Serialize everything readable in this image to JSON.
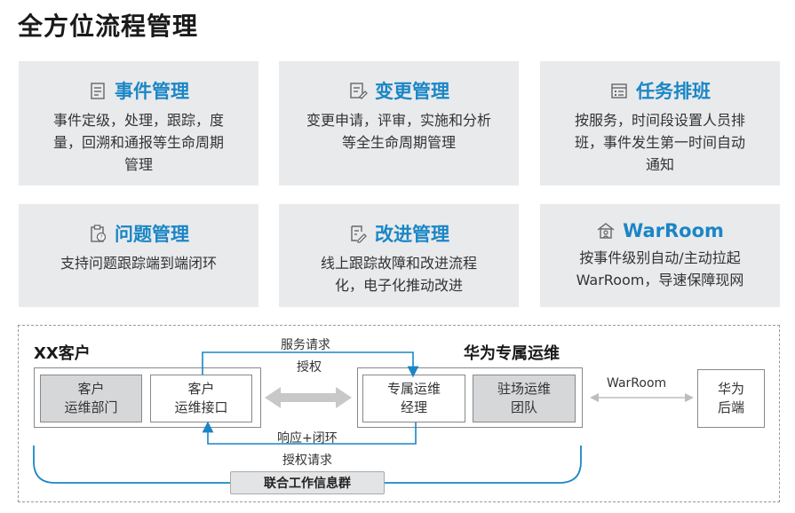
{
  "title": "全方位流程管理",
  "cards": [
    {
      "icon": "document-list-icon",
      "title": "事件管理",
      "lines": [
        "事件定级，处理，跟踪，度",
        "量，回溯和通报等生命周期",
        "管理"
      ]
    },
    {
      "icon": "edit-document-icon",
      "title": "变更管理",
      "lines": [
        "变更申请，评审，实施和分析",
        "等全生命周期管理"
      ]
    },
    {
      "icon": "schedule-icon",
      "title": "任务排班",
      "lines": [
        "按服务，时间段设置人员排",
        "班，事件发生第一时间自动",
        "通知"
      ]
    },
    {
      "icon": "clipboard-question-icon",
      "title": "问题管理",
      "lines": [
        "支持问题跟踪端到端闭环"
      ]
    },
    {
      "icon": "pencil-document-icon",
      "title": "改进管理",
      "lines": [
        "线上跟踪故障和改进流程",
        "化，电子化推动改进"
      ]
    },
    {
      "icon": "warroom-house-icon",
      "title": "WarRoom",
      "lines": [
        "按事件级别自动/主动拉起",
        "WarRoom，导速保障现网"
      ]
    }
  ],
  "diagram": {
    "customer_group": "XX客户",
    "huawei_group": "华为专属运维",
    "nodes": {
      "customer_ops": [
        "客户",
        "运维部门"
      ],
      "customer_interface": [
        "客户",
        "运维接口"
      ],
      "dedicated_manager": [
        "专属运维",
        "经理"
      ],
      "onsite_team": [
        "驻场运维",
        "团队"
      ],
      "huawei_backend": [
        "华为",
        "后端"
      ]
    },
    "labels": {
      "service_request": "服务请求",
      "authorize": "授权",
      "response_close": "响应+闭环",
      "authorize_request": "授权请求",
      "warroom": "WarRoom"
    },
    "shared_group": "联合工作信息群"
  },
  "colors": {
    "accent": "#1a86c6",
    "card_bg": "#e9eaec",
    "node_gray": "#d6d7d9",
    "arrow_gray": "#c8c8c8"
  }
}
